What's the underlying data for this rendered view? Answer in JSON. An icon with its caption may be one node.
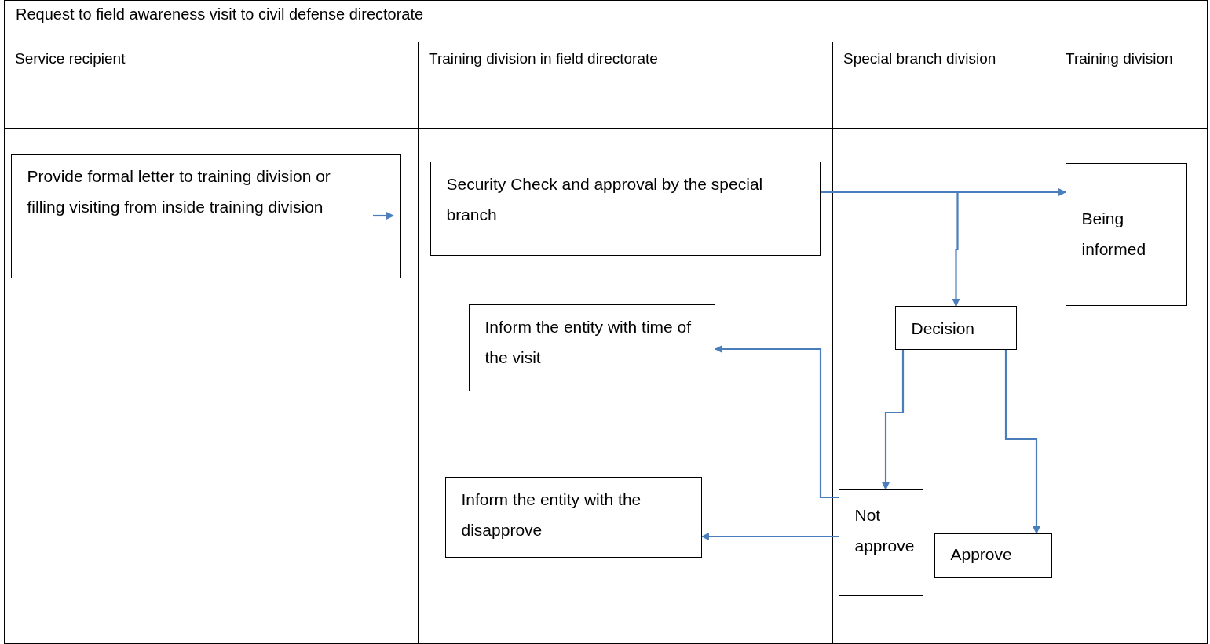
{
  "diagram": {
    "title": "Request to field awareness visit to civil defense directorate",
    "nodes": [
      {
        "text": [
          "Service recipient"
        ]
      },
      {
        "text": [
          "Training division in field directorate"
        ]
      },
      {
        "text": [
          "Special branch division"
        ]
      },
      {
        "text": [
          "Training division"
        ]
      },
      {
        "text": [
          "Provide formal letter to training division or filling visiting from inside training division"
        ],
        "in": 0
      },
      {
        "text": [
          "Security Check and approval by the special branch"
        ],
        "in": 1
      },
      {
        "text": [
          "Inform the entity with time of the visit"
        ],
        "in": 1
      },
      {
        "text": [
          "Inform the entity with the disapprove"
        ],
        "in": 1
      },
      {
        "text": [
          "Being informed"
        ],
        "in": 3
      },
      {
        "text": [
          "Decision"
        ],
        "in": 2
      },
      {
        "text": [
          "Not approve"
        ],
        "in": 2
      },
      {
        "text": [
          "Approve"
        ],
        "in": 2
      }
    ],
    "edges": [
      {
        "from": null,
        "to": 4,
        "arrow": "to"
      },
      {
        "from": 5,
        "to": 8,
        "arrow": "to"
      },
      {
        "from": 5,
        "to": 9,
        "arrow": "to"
      },
      {
        "from": 9,
        "to": 10,
        "arrow": "to"
      },
      {
        "from": 9,
        "to": 11,
        "arrow": "to"
      },
      {
        "from": 10,
        "to": 6,
        "arrow": "to"
      },
      {
        "from": 10,
        "to": 7,
        "arrow": "to"
      }
    ]
  }
}
